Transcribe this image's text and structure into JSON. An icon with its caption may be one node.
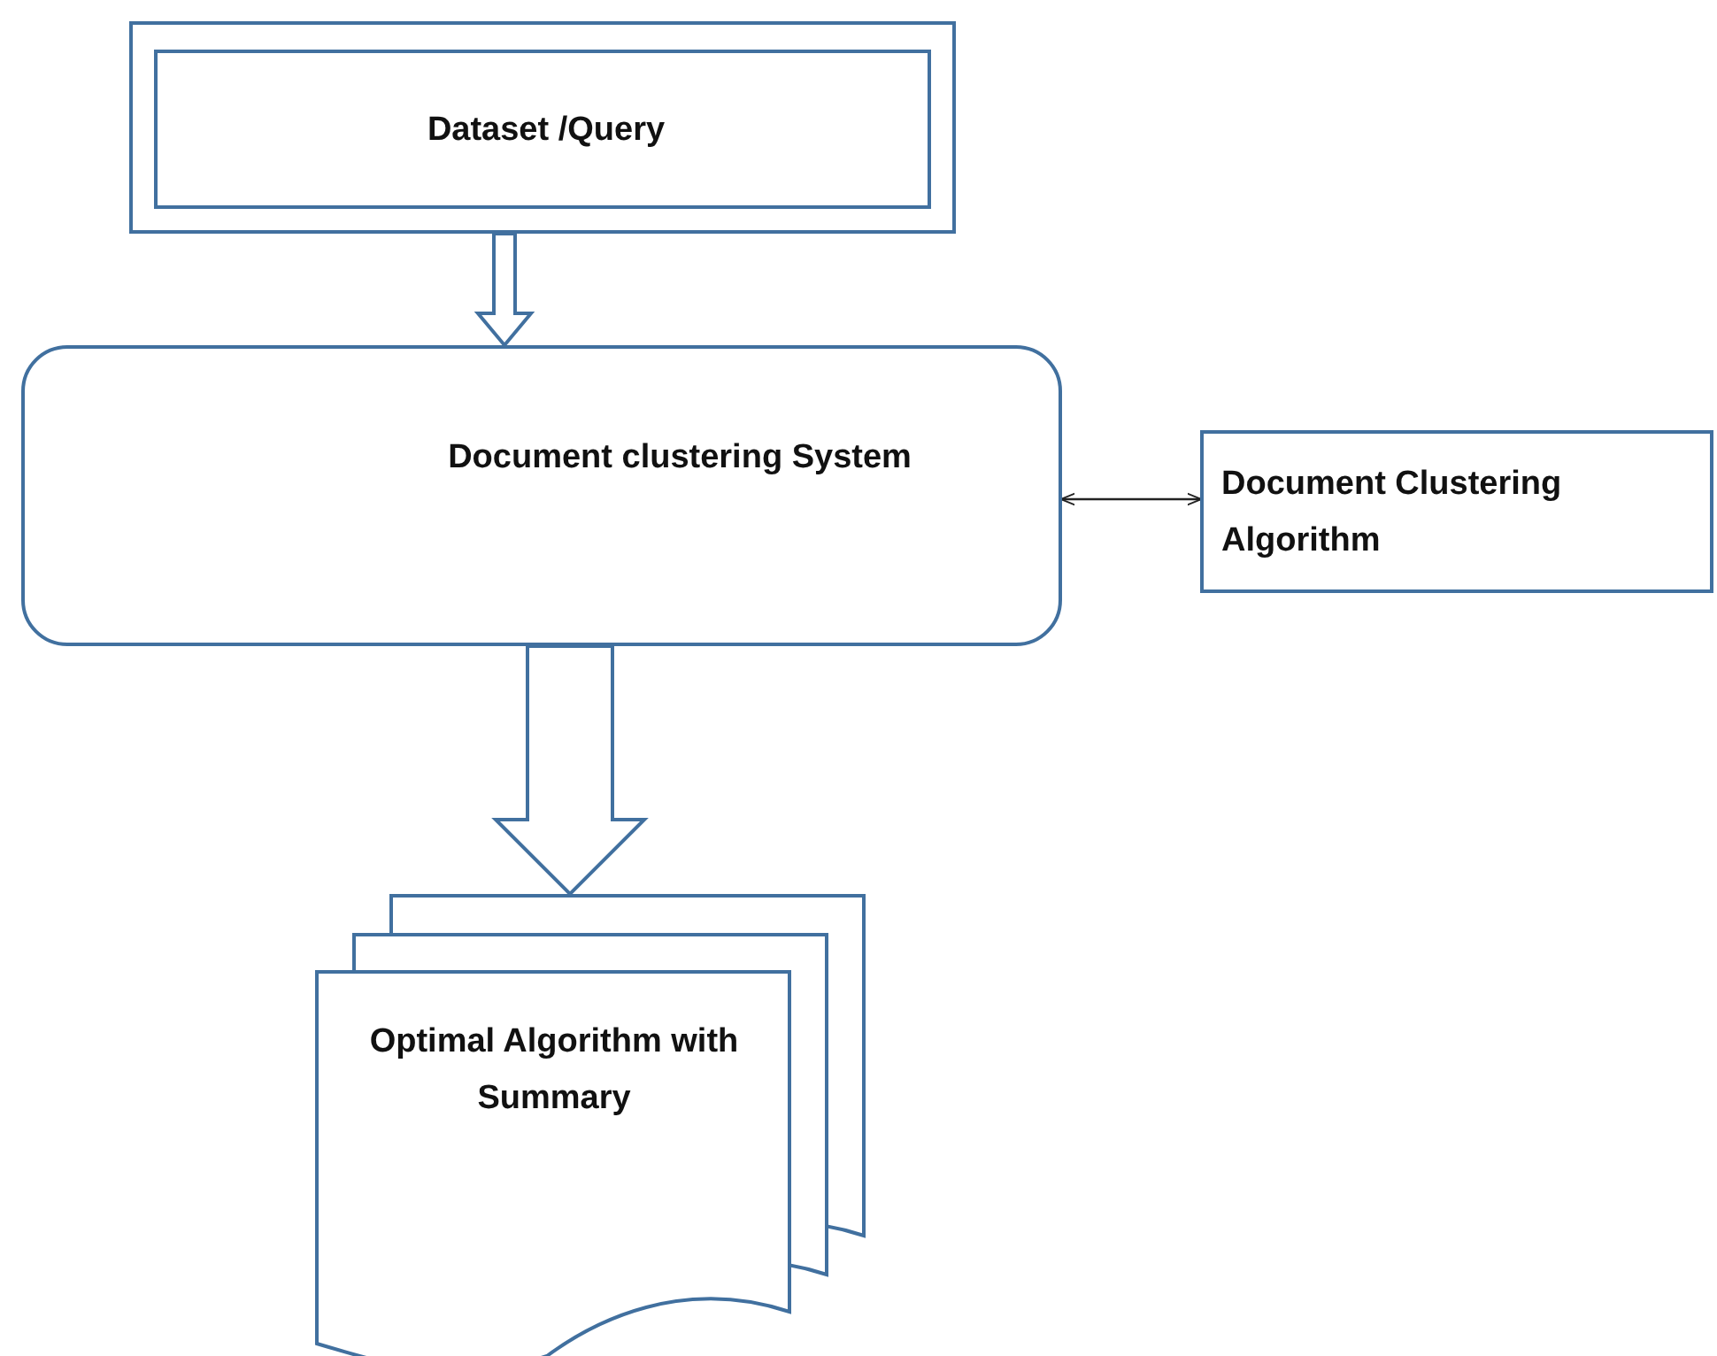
{
  "diagram": {
    "nodes": [
      {
        "text": [
          "Dataset /Query"
        ]
      },
      {
        "text": [
          "Document clustering System"
        ]
      },
      {
        "text": [
          "Document Clustering Algorithm"
        ]
      },
      {
        "text": [
          "Optimal Algorithm with Summary"
        ]
      }
    ],
    "edges": [
      {
        "from": 0,
        "to": 1,
        "arrow": "to",
        "style": "thick"
      },
      {
        "from": 1,
        "to": 2,
        "arrow": "both"
      },
      {
        "from": 1,
        "to": 3,
        "arrow": "to",
        "style": "thick"
      }
    ]
  }
}
